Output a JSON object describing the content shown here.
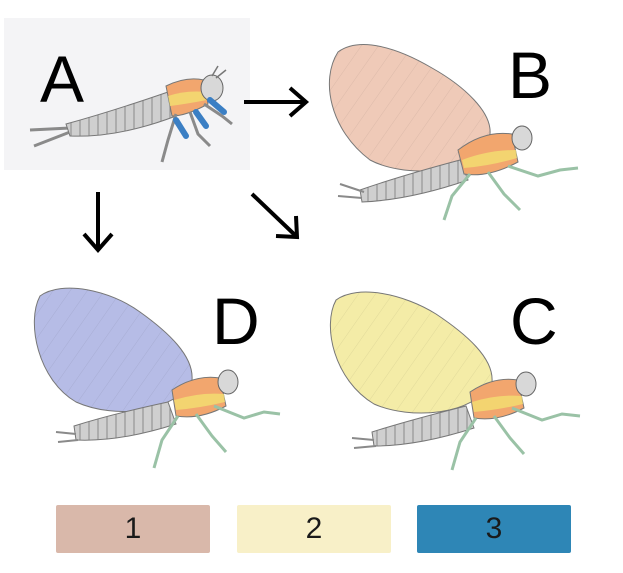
{
  "panels": {
    "a": {
      "letter": "A"
    },
    "b": {
      "letter": "B"
    },
    "c": {
      "letter": "C"
    },
    "d": {
      "letter": "D"
    }
  },
  "arrows": {
    "a_to_b": "→",
    "a_to_c": "↘",
    "a_to_d": "↓"
  },
  "legend": [
    {
      "label": "1",
      "color": "#d9b8aa"
    },
    {
      "label": "2",
      "color": "#f8f0c8"
    },
    {
      "label": "3",
      "color": "#2e86b6"
    }
  ],
  "colors": {
    "wing_b": "#e9b8a0",
    "wing_c": "#f0e68a",
    "wing_d": "#9ea6de",
    "body": "#c8c8c8",
    "thorax_orange": "#f2a66e",
    "thorax_yellow": "#f3e070",
    "legs": "#9ac2a6",
    "gills": "#3b7fc4"
  }
}
